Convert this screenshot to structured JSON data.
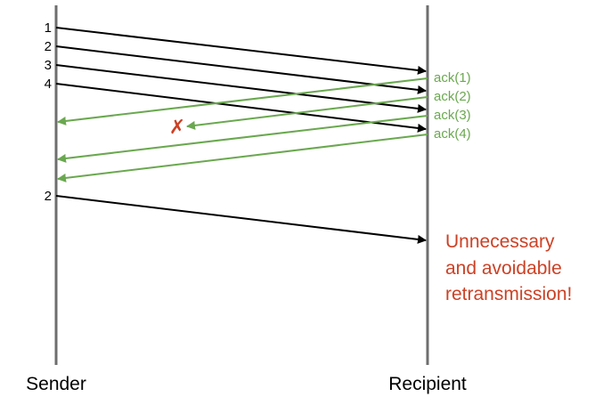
{
  "lanes": {
    "sender_label": "Sender",
    "recipient_label": "Recipient"
  },
  "packets": [
    {
      "label": "1",
      "delivered": true
    },
    {
      "label": "2",
      "delivered": true
    },
    {
      "label": "3",
      "delivered": true
    },
    {
      "label": "4",
      "delivered": true
    }
  ],
  "acks": [
    {
      "label": "ack(1)",
      "delivered": true
    },
    {
      "label": "ack(2)",
      "delivered": false
    },
    {
      "label": "ack(3)",
      "delivered": true
    },
    {
      "label": "ack(4)",
      "delivered": true
    }
  ],
  "retransmission": {
    "label": "2"
  },
  "loss_marker": "✗",
  "annotation": {
    "lines": [
      "Unnecessary",
      "and avoidable",
      "retransmission!"
    ]
  },
  "colors": {
    "line": "#6e6e6e",
    "data_arrow": "#000000",
    "ack_arrow": "#6aa84f",
    "loss": "#cc4125",
    "annotation": "#cc4125"
  }
}
